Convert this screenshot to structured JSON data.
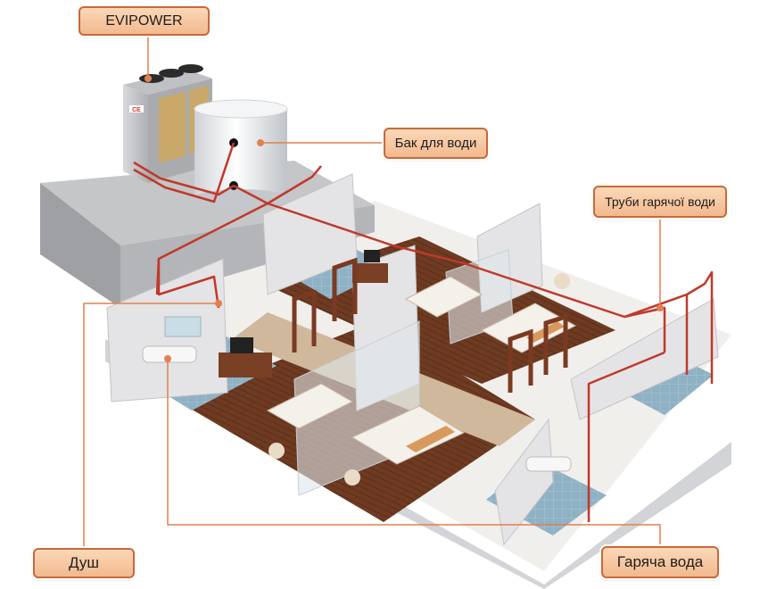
{
  "labels": {
    "heat_pump": "EVIPOWER",
    "water_tank": "Бак для води",
    "hot_water_pipes": "Труби гарячої води",
    "shower": "Душ",
    "hot_water": "Гаряча вода"
  },
  "unit_logo": "CE",
  "colors": {
    "callout_fill": "#f2b98e",
    "callout_border": "#c8693a",
    "leader_line": "#e0814f",
    "pipe": "#c0392b",
    "wall": "#e4e4e6",
    "floor_wood": "#6b3a22",
    "floor_tile": "#8fb1c4",
    "roof": "#c5c6c8"
  }
}
